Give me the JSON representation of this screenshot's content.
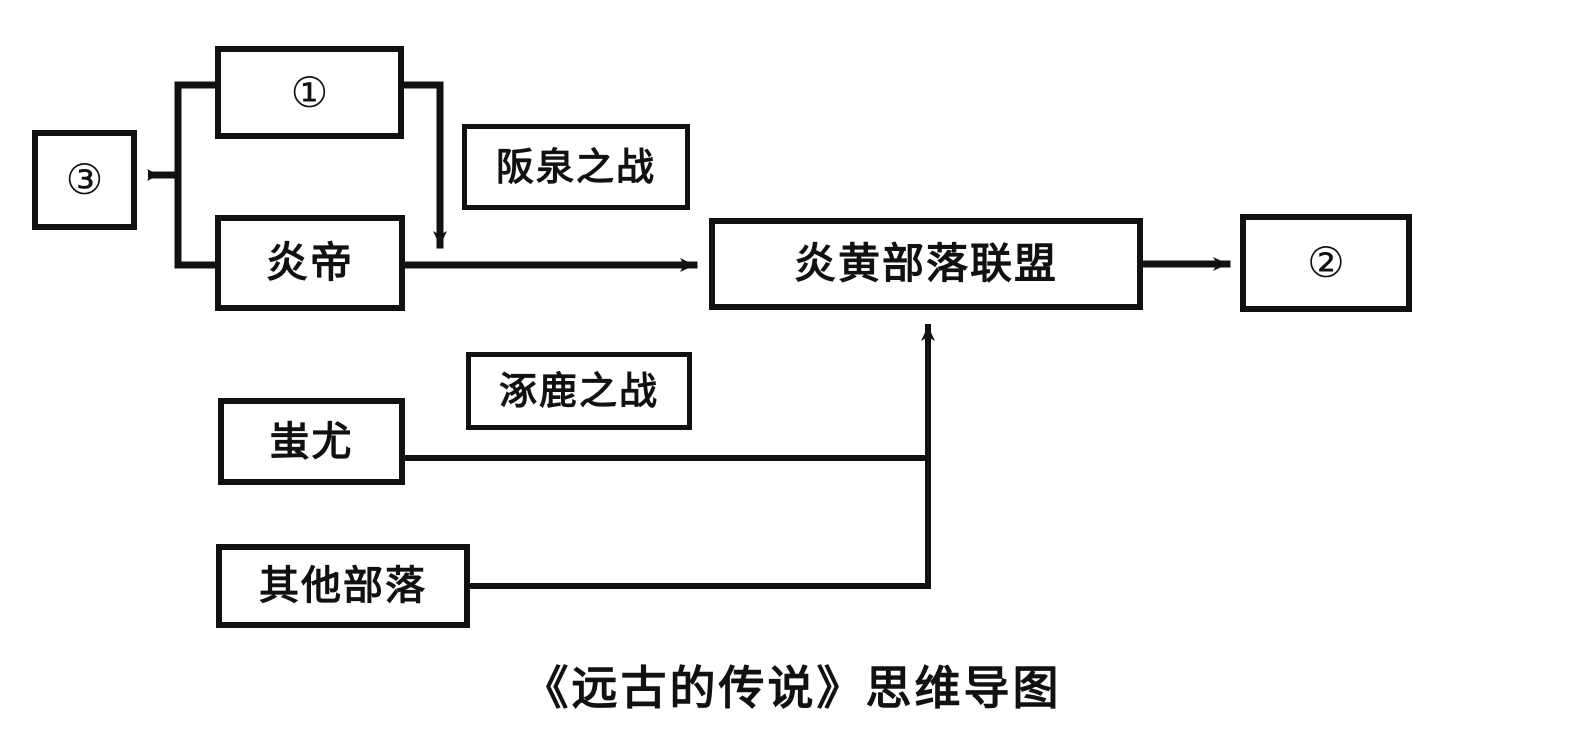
{
  "diagram": {
    "caption": "《远古的传说》思维导图",
    "stroke_color": "#111111",
    "background_color": "#ffffff",
    "nodes": [
      {
        "id": "topic_one",
        "text": "①",
        "kind": "blank-numbered"
      },
      {
        "id": "third",
        "text": "③",
        "kind": "blank-numbered"
      },
      {
        "id": "yandi",
        "text": "炎帝",
        "kind": "entity"
      },
      {
        "id": "banquan",
        "text": "阪泉之战",
        "kind": "event-label"
      },
      {
        "id": "alliance",
        "text": "炎黄部落联盟",
        "kind": "entity"
      },
      {
        "id": "second",
        "text": "②",
        "kind": "blank-numbered"
      },
      {
        "id": "zhuolu",
        "text": "涿鹿之战",
        "kind": "event-label"
      },
      {
        "id": "chiyou",
        "text": "蚩尤",
        "kind": "entity"
      },
      {
        "id": "others",
        "text": "其他部落",
        "kind": "entity"
      }
    ],
    "connections": [
      {
        "from": "topic_one",
        "to": "third",
        "style": "bracket-left-arrow"
      },
      {
        "from": "yandi",
        "to": "third",
        "style": "bracket-left-arrow"
      },
      {
        "from": "topic_one",
        "to": "alliance",
        "style": "right-down-arrow",
        "label": "banquan"
      },
      {
        "from": "yandi",
        "to": "alliance",
        "style": "right-arrow"
      },
      {
        "from": "alliance",
        "to": "second",
        "style": "right-arrow"
      },
      {
        "from": "chiyou",
        "to": "alliance",
        "style": "right-up-arrow",
        "label": "zhuolu"
      },
      {
        "from": "others",
        "to": "alliance",
        "style": "right-up-arrow"
      }
    ]
  }
}
